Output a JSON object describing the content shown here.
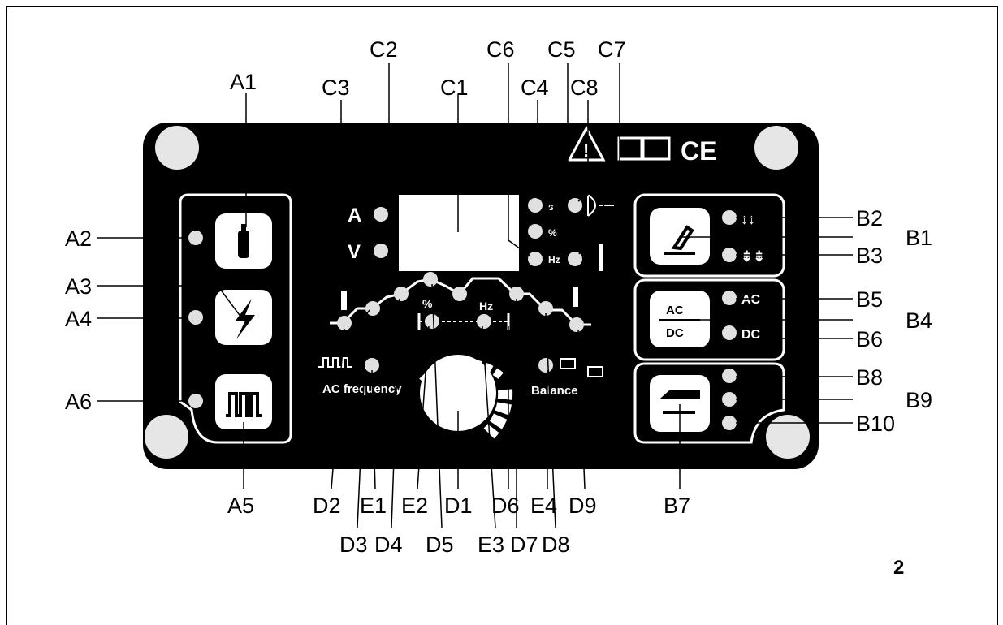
{
  "figure_number": "2",
  "panel": {
    "display_units": {
      "ampere": "A",
      "volt": "V"
    },
    "led_units": {
      "seconds": "s",
      "percent": "%",
      "hertz": "Hz"
    },
    "knob_marks": {
      "percent": "%",
      "hertz": "Hz"
    },
    "ac_frequency_label": "AC frequency",
    "balance_label": "Balance",
    "acdc_button": {
      "top": "AC",
      "bottom": "DC"
    },
    "b5_text": "AC",
    "b6_text": "DC",
    "ce_mark": "CE"
  },
  "callouts": {
    "A1": "A1",
    "A2": "A2",
    "A3": "A3",
    "A4": "A4",
    "A5": "A5",
    "A6": "A6",
    "B1": "B1",
    "B2": "B2",
    "B3": "B3",
    "B4": "B4",
    "B5": "B5",
    "B6": "B6",
    "B7": "B7",
    "B8": "B8",
    "B9": "B9",
    "B10": "B10",
    "C1": "C1",
    "C2": "C2",
    "C3": "C3",
    "C4": "C4",
    "C5": "C5",
    "C6": "C6",
    "C7": "C7",
    "C8": "C8",
    "D1": "D1",
    "D2": "D2",
    "D3": "D3",
    "D4": "D4",
    "D5": "D5",
    "D6": "D6",
    "D7": "D7",
    "D8": "D8",
    "D9": "D9",
    "E1": "E1",
    "E2": "E2",
    "E3": "E3",
    "E4": "E4"
  },
  "colors": {
    "panel": "#000000",
    "led": "#e0e0e0",
    "button": "#ffffff",
    "display": "#ffffff"
  }
}
